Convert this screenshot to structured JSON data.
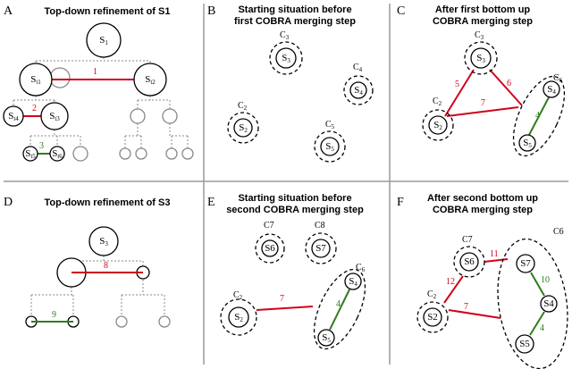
{
  "panels": [
    {
      "letter": "A",
      "title_lines": [
        "Top-down refinement of S1"
      ]
    },
    {
      "letter": "B",
      "title_lines": [
        "Starting situation before",
        "first COBRA merging step"
      ]
    },
    {
      "letter": "C",
      "title_lines": [
        "After first bottom up",
        "COBRA merging step"
      ]
    },
    {
      "letter": "D",
      "title_lines": [
        "Top-down refinement of S3"
      ]
    },
    {
      "letter": "E",
      "title_lines": [
        "Starting situation before",
        "second COBRA merging step"
      ]
    },
    {
      "letter": "F",
      "title_lines": [
        "After second bottom up",
        "COBRA merging step"
      ]
    }
  ],
  "colors": {
    "red_edge": "#d0021b",
    "green_edge": "#2e7d1e",
    "gray_node": "#888888",
    "divider": "#9a9a9a"
  },
  "nodes": [
    {
      "id": "a-s1",
      "base": "S",
      "sub": "1"
    },
    {
      "id": "a-st1",
      "base": "S",
      "sub": "t1"
    },
    {
      "id": "a-st2",
      "base": "S",
      "sub": "t2"
    },
    {
      "id": "a-st4",
      "base": "S",
      "sub": "t4"
    },
    {
      "id": "a-st3",
      "base": "S",
      "sub": "t3"
    },
    {
      "id": "a-st5",
      "base": "S",
      "sub": "t5"
    },
    {
      "id": "a-st6",
      "base": "S",
      "sub": "t6"
    },
    {
      "id": "b-s3",
      "base": "S",
      "sub": "3"
    },
    {
      "id": "b-s4",
      "base": "S",
      "sub": "4"
    },
    {
      "id": "b-s2",
      "base": "S",
      "sub": "2"
    },
    {
      "id": "b-s5",
      "base": "S",
      "sub": "5"
    },
    {
      "id": "c-s3",
      "base": "S",
      "sub": "3"
    },
    {
      "id": "c-s2",
      "base": "S",
      "sub": "2"
    },
    {
      "id": "c-s4",
      "base": "S",
      "sub": "4"
    },
    {
      "id": "c-s5",
      "base": "S",
      "sub": "5"
    },
    {
      "id": "d-s3",
      "base": "S",
      "sub": "3"
    },
    {
      "id": "e-s6",
      "base": "S6",
      "sub": ""
    },
    {
      "id": "e-s7",
      "base": "S7",
      "sub": ""
    },
    {
      "id": "e-s2",
      "base": "S",
      "sub": "2"
    },
    {
      "id": "e-s4",
      "base": "S",
      "sub": "4"
    },
    {
      "id": "e-s5",
      "base": "S",
      "sub": "5"
    },
    {
      "id": "f-s6",
      "base": "S6",
      "sub": ""
    },
    {
      "id": "f-s2",
      "base": "S2",
      "sub": ""
    },
    {
      "id": "f-s7",
      "base": "S7",
      "sub": ""
    },
    {
      "id": "f-s4",
      "base": "S4",
      "sub": ""
    },
    {
      "id": "f-s5",
      "base": "S5",
      "sub": ""
    }
  ],
  "clusters": [
    {
      "id": "b-c3",
      "base": "C",
      "sub": "3"
    },
    {
      "id": "b-c4",
      "base": "C",
      "sub": "4"
    },
    {
      "id": "b-c2",
      "base": "C",
      "sub": "2"
    },
    {
      "id": "b-c5",
      "base": "C",
      "sub": "5"
    },
    {
      "id": "c-c3",
      "base": "C",
      "sub": "3"
    },
    {
      "id": "c-c2",
      "base": "C",
      "sub": "2"
    },
    {
      "id": "c-c6",
      "base": "C",
      "sub": "6"
    },
    {
      "id": "e-c7",
      "base": "C7",
      "sub": ""
    },
    {
      "id": "e-c8",
      "base": "C8",
      "sub": ""
    },
    {
      "id": "e-c2",
      "base": "C",
      "sub": "2"
    },
    {
      "id": "e-c6",
      "base": "C",
      "sub": "6"
    },
    {
      "id": "f-c7",
      "base": "C7",
      "sub": ""
    },
    {
      "id": "f-c2",
      "base": "C",
      "sub": "2"
    },
    {
      "id": "f-c6",
      "base": "C6",
      "sub": ""
    }
  ],
  "edges": [
    {
      "id": "a-e1",
      "label": "1",
      "color": "red"
    },
    {
      "id": "a-e2",
      "label": "2",
      "color": "red"
    },
    {
      "id": "a-e3",
      "label": "3",
      "color": "green"
    },
    {
      "id": "c-e5",
      "label": "5",
      "color": "red"
    },
    {
      "id": "c-e6",
      "label": "6",
      "color": "red"
    },
    {
      "id": "c-e7",
      "label": "7",
      "color": "red"
    },
    {
      "id": "c-e4",
      "label": "4",
      "color": "green"
    },
    {
      "id": "d-e8",
      "label": "8",
      "color": "red"
    },
    {
      "id": "d-e9",
      "label": "9",
      "color": "green"
    },
    {
      "id": "e-e7",
      "label": "7",
      "color": "red"
    },
    {
      "id": "e-e4",
      "label": "4",
      "color": "green"
    },
    {
      "id": "f-e11",
      "label": "11",
      "color": "red"
    },
    {
      "id": "f-e12",
      "label": "12",
      "color": "red"
    },
    {
      "id": "f-e7",
      "label": "7",
      "color": "red"
    },
    {
      "id": "f-e10",
      "label": "10",
      "color": "green"
    },
    {
      "id": "f-e4",
      "label": "4",
      "color": "green"
    }
  ]
}
